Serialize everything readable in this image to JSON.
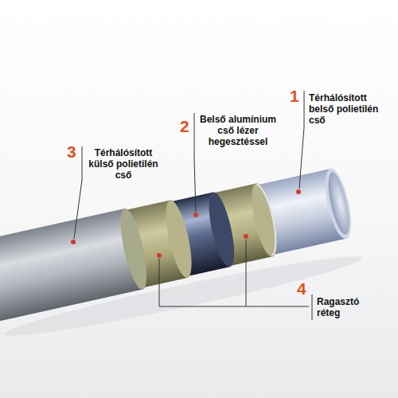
{
  "diagram": {
    "labels": [
      "1",
      "Térhálósított belső polietilén cső",
      "2",
      "Belső alumínium cső lézer hegesztéssel",
      "3",
      "Térhálósított külső polietilén cső",
      "4",
      "Ragasztó réteg"
    ]
  }
}
